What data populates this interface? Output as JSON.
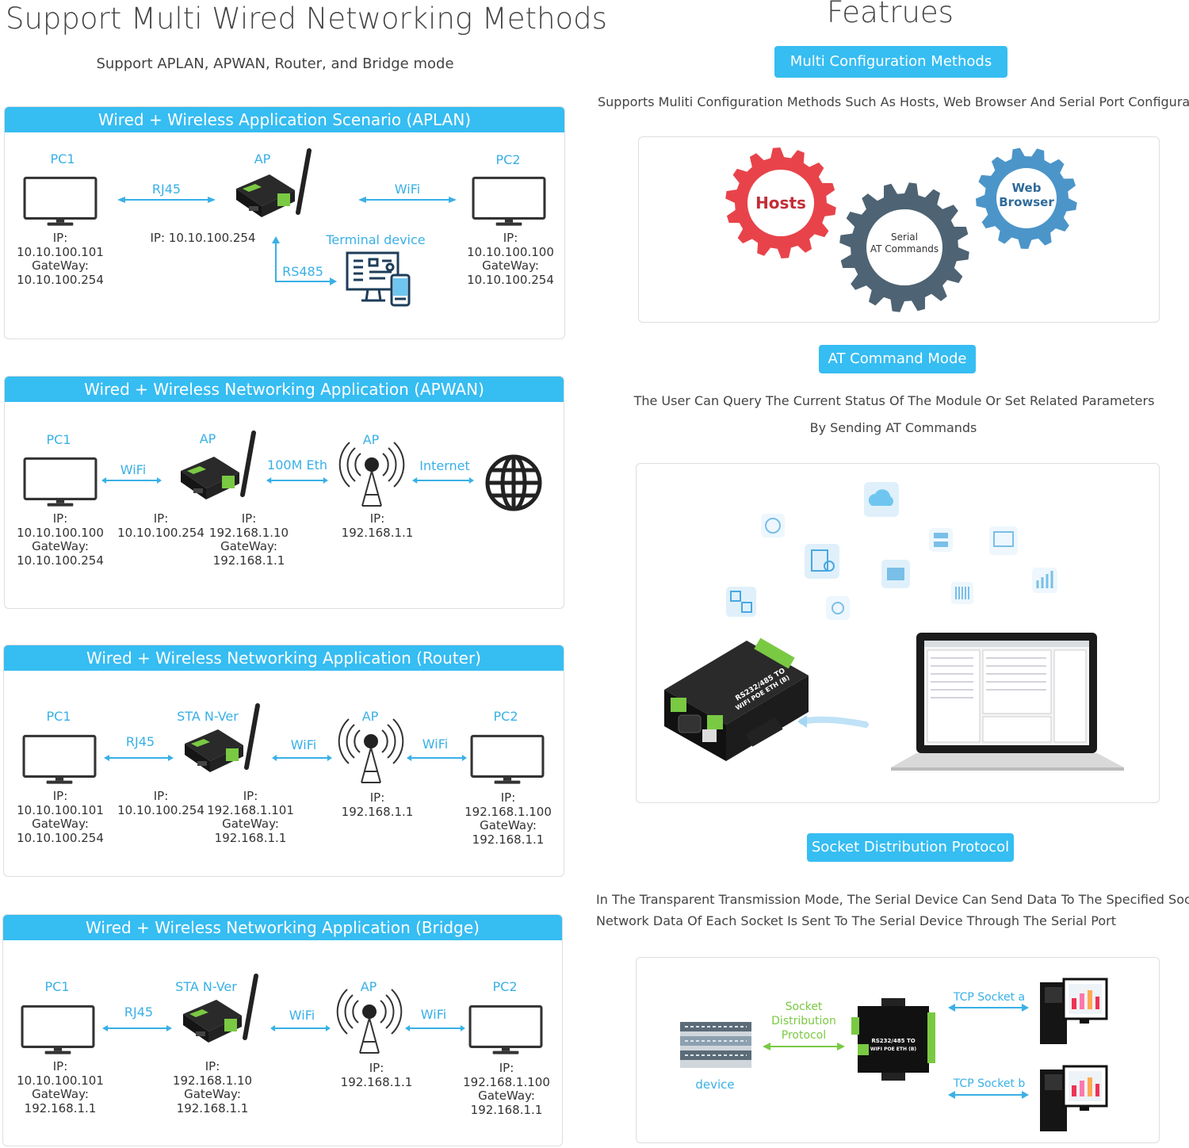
{
  "left": {
    "title": "Support Multi Wired Networking Methods",
    "subtitle": "Support APLAN, APWAN, Router, and Bridge mode",
    "aplan": {
      "header": "Wired + Wireless Application Scenario (APLAN)",
      "pc1": "PC1",
      "ap": "AP",
      "pc2": "PC2",
      "rj45": "RJ45",
      "wifi": "WiFi",
      "terminal": "Terminal device",
      "rs485": "RS485",
      "pc1_ip": "IP:\n10.10.100.101\nGateWay:\n10.10.100.254",
      "ap_ip": "IP: 10.10.100.254",
      "pc2_ip": "IP:\n10.10.100.100\nGateWay:\n10.10.100.254"
    },
    "apwan": {
      "header": "Wired + Wireless Networking Application (APWAN)",
      "pc1": "PC1",
      "ap": "AP",
      "ap2": "AP",
      "wifi": "WiFi",
      "eth": "100M Eth",
      "internet": "Internet",
      "pc1_ip": "IP:\n10.10.100.100\nGateWay:\n10.10.100.254",
      "dev_ip1": "IP:\n10.10.100.254",
      "dev_ip2": "IP:\n192.168.1.10\nGateWay:\n192.168.1.1",
      "ap2_ip": "IP:\n192.168.1.1"
    },
    "router": {
      "header": "Wired + Wireless Networking Application (Router)",
      "pc1": "PC1",
      "sta": "STA N-Ver",
      "ap": "AP",
      "pc2": "PC2",
      "rj45": "RJ45",
      "wifi1": "WiFi",
      "wifi2": "WiFi",
      "pc1_ip": "IP:\n10.10.100.101\nGateWay:\n10.10.100.254",
      "dev_ip1": "IP:\n10.10.100.254",
      "dev_ip2": "IP:\n192.168.1.101\nGateWay:\n192.168.1.1",
      "ap_ip": "IP:\n192.168.1.1",
      "pc2_ip": "IP:\n192.168.1.100\nGateWay:\n192.168.1.1"
    },
    "bridge": {
      "header": "Wired + Wireless Networking Application (Bridge)",
      "pc1": "PC1",
      "sta": "STA N-Ver",
      "ap": "AP",
      "pc2": "PC2",
      "rj45": "RJ45",
      "wifi1": "WiFi",
      "wifi2": "WiFi",
      "pc1_ip": "IP:\n10.10.100.101\nGateWay:\n192.168.1.1",
      "dev_ip": "IP:\n192.168.1.10\nGateWay:\n192.168.1.1",
      "ap_ip": "IP:\n192.168.1.1",
      "pc2_ip": "IP:\n192.168.1.100\nGateWay:\n192.168.1.1"
    }
  },
  "right": {
    "title": "Featrues",
    "multi_config": {
      "pill": "Multi Configuration Methods",
      "desc": "Supports Muliti Configuration Methods Such As Hosts, Web Browser And Serial Port Configuration",
      "gear_hosts": "Hosts",
      "gear_serial_1": "Serial",
      "gear_serial_2": "AT Commands",
      "gear_web_1": "Web",
      "gear_web_2": "Browser"
    },
    "at_mode": {
      "pill": "AT Command Mode",
      "desc_1": "The User Can Query The Current Status Of The Module Or Set Related Parameters",
      "desc_2": "By Sending AT Commands",
      "device_text_1": "RS232/485 TO",
      "device_text_2": "WIFI POE ETH (B)"
    },
    "socket": {
      "pill": "Socket Distribution Protocol",
      "desc_1": "In The Transparent Transmission Mode, The Serial Device Can Send Data To The Specified Socket",
      "desc_2": "Network Data Of Each Socket Is Sent To The Serial Device Through The Serial Port",
      "protocol_1": "Socket",
      "protocol_2": "Distribution",
      "protocol_3": "Protocol",
      "device": "device",
      "tcp_a": "TCP Socket a",
      "tcp_b": "TCP Socket b",
      "box_1": "RS232/485 TO",
      "box_2": "WIFI POE ETH (B)"
    }
  },
  "colors": {
    "accent": "#36bdf2",
    "label": "#39b0e6",
    "green": "#7ac943",
    "gear_red": "#e8434a",
    "gear_gray": "#4e6373",
    "gear_blue": "#4b95c9"
  }
}
